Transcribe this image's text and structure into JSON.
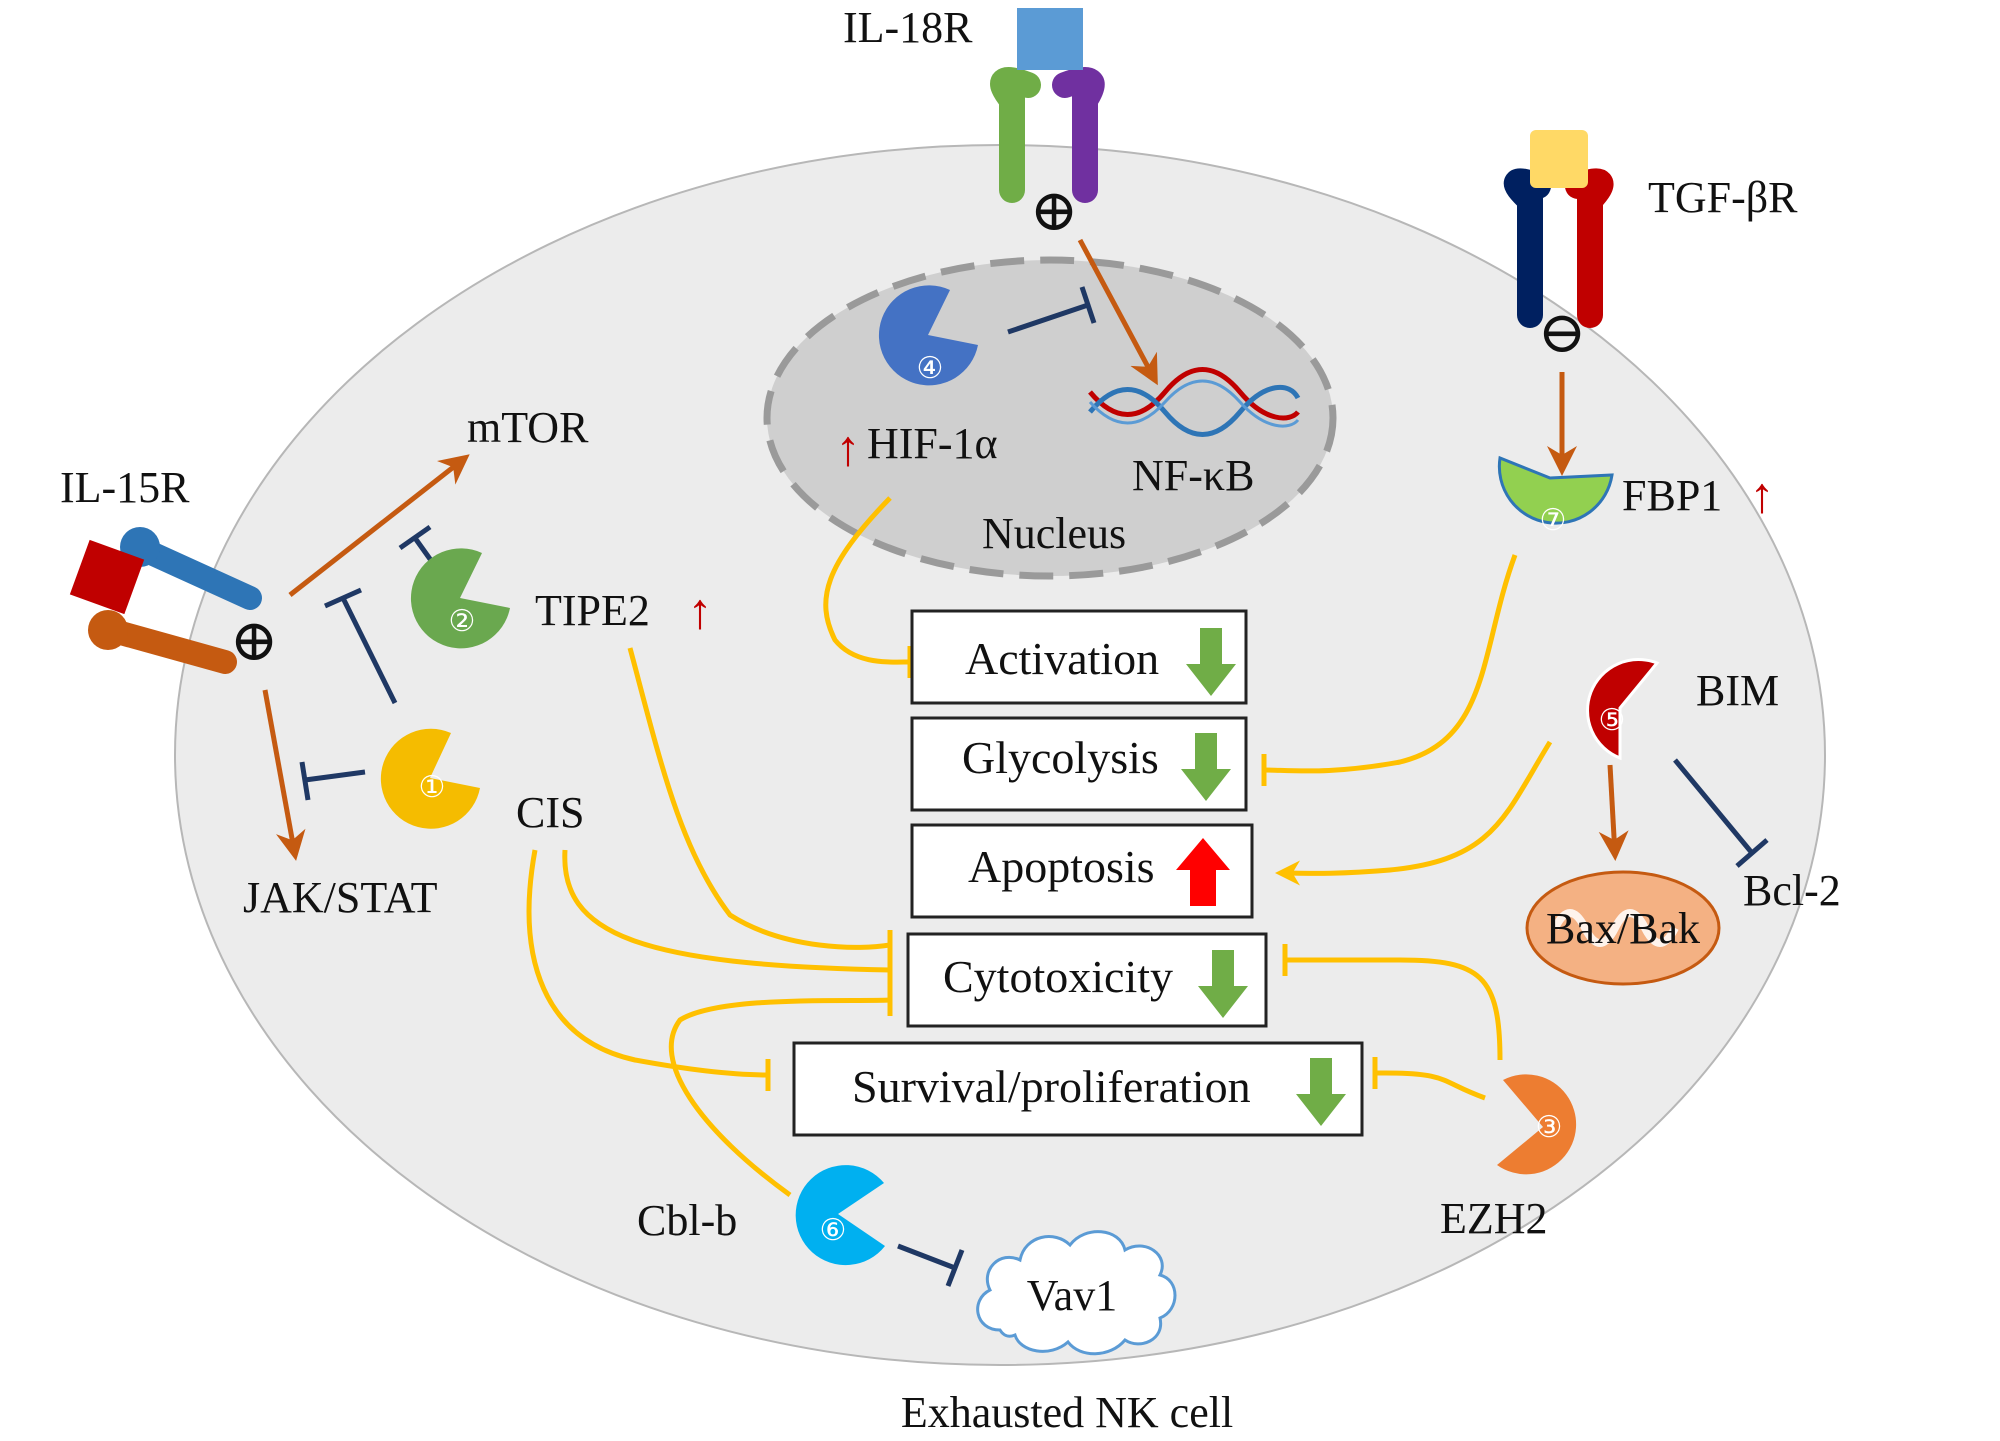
{
  "receptors": {
    "il18r": "IL-18R",
    "tgfbr": "TGF-βR",
    "il15r": "IL-15R"
  },
  "signal_symbols": {
    "activate": "⊕",
    "inhibit": "⊖"
  },
  "nucleus": {
    "label": "Nucleus",
    "hif": "HIF-1α",
    "nfkb": "NF-κB"
  },
  "molecules": {
    "mtor": "mTOR",
    "tipe2": "TIPE2",
    "cis": "CIS",
    "jakstat": "JAK/STAT",
    "fbp1": "FBP1",
    "bim": "BIM",
    "bcl2": "Bcl-2",
    "baxbak": "Bax/Bak",
    "ezh2": "EZH2",
    "cblb": "Cbl-b",
    "vav1": "Vav1"
  },
  "markers": {
    "m1": "①",
    "m2": "②",
    "m3": "③",
    "m4": "④",
    "m5": "⑤",
    "m6": "⑥",
    "m7": "⑦"
  },
  "marker_colors": {
    "m1": "#f5bc00",
    "m2": "#6aa84f",
    "m3": "#ed7d31",
    "m4": "#4472c4",
    "m5": "#c00000",
    "m6": "#00b0f0",
    "m7": "#92d050"
  },
  "outcomes": {
    "activation": "Activation",
    "glycolysis": "Glycolysis",
    "apoptosis": "Apoptosis",
    "cytotoxicity": "Cytotoxicity",
    "survival": "Survival/proliferation"
  },
  "caption": "Exhausted NK cell",
  "colors": {
    "cell_fill": "#ececec",
    "nucleus_fill": "#cfcfcf",
    "activation_arrow": "#c55a11",
    "inhibition_line": "#1f3864",
    "pathway_line": "#ffc000",
    "up_arrow_small": "#c00000",
    "down_arrow": "#70ad47",
    "up_arrow_big": "#ff0000"
  }
}
